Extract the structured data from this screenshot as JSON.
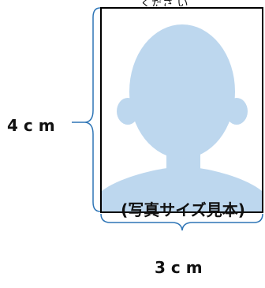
{
  "top_text_fragment": "くださ い",
  "photo_caption": "(写真サイズ見本)",
  "height_label": "4 c m",
  "width_label": "3 c m",
  "colors": {
    "silhouette": "#bdd7ee",
    "bracket": "#2e75b6",
    "frame_border": "#000000"
  }
}
